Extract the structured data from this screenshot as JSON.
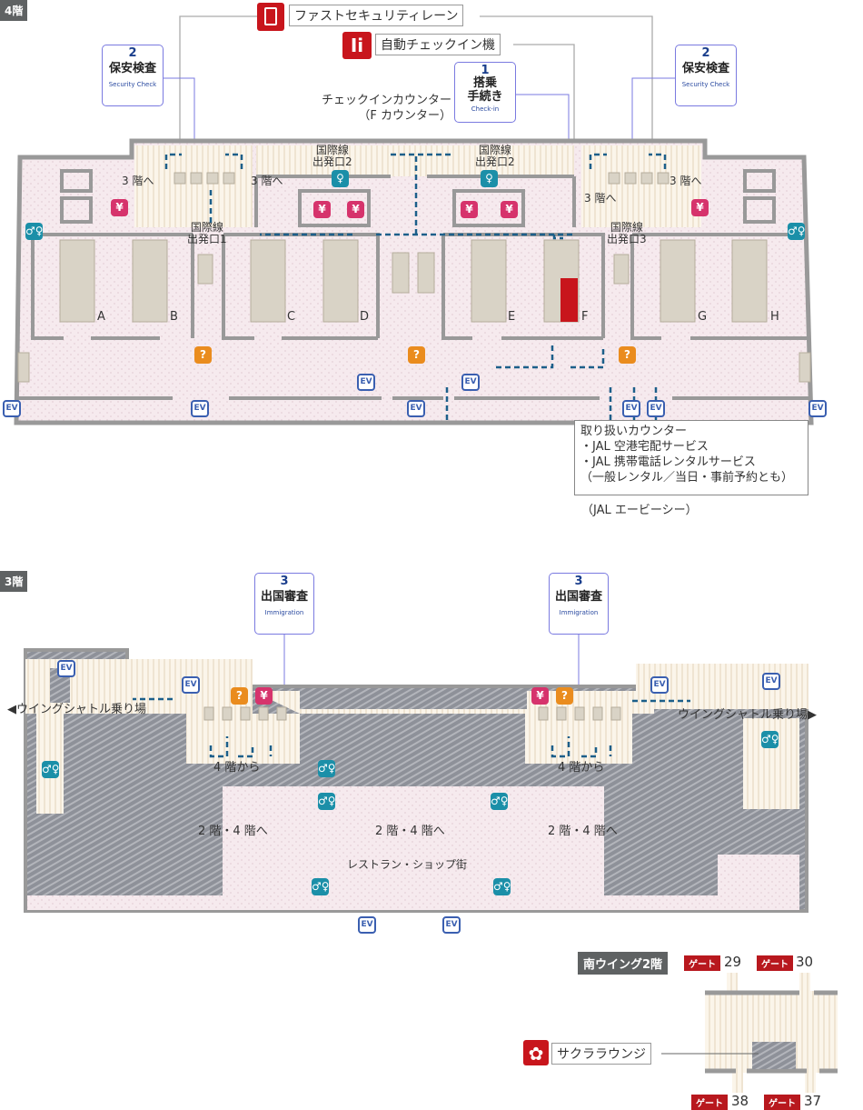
{
  "floor4": {
    "tag": "4階",
    "fast_security": "ファストセキュリティレーン",
    "auto_checkin": "自動チェックイン機",
    "checkin_box": {
      "num": "1",
      "jp_line1": "搭乗",
      "jp_line2": "手続き",
      "en": "Check-in"
    },
    "checkin_counter": "チェックインカウンター",
    "f_counter": "（F カウンター）",
    "security_box_left": {
      "num": "2",
      "jp": "保安検査",
      "en": "Security Check"
    },
    "security_box_right": {
      "num": "2",
      "jp": "保安検査",
      "en": "Security Check"
    },
    "gate_labels": {
      "intl": "国際線",
      "exit1": "出発口1",
      "exit2": "出発口2",
      "exit3": "出発口3"
    },
    "to3f": "3 階へ",
    "counters": [
      "A",
      "B",
      "C",
      "D",
      "E",
      "F",
      "G",
      "H"
    ],
    "jal_box": {
      "line1": "取り扱いカウンター",
      "line2": "・JAL 空港宅配サービス",
      "line3": "・JAL 携帯電話レンタルサービス",
      "line4": "（一般レンタル／当日・事前予約とも）"
    },
    "jal_abc": "（JAL エービーシー）"
  },
  "floor3": {
    "tag": "3階",
    "immigration_left": {
      "num": "3",
      "jp": "出国審査",
      "en": "Immigration"
    },
    "immigration_right": {
      "num": "3",
      "jp": "出国審査",
      "en": "Immigration"
    },
    "shuttle": "ウイングシャトル乗り場",
    "from4f": "4 階から",
    "to2f4f": "2 階・4 階へ",
    "restaurants": "レストラン・ショップ街"
  },
  "south_wing": {
    "tag": "南ウイング2階",
    "gate_word": "ゲート",
    "gates": [
      "29",
      "30",
      "38",
      "37"
    ],
    "lounge": "サクララウンジ"
  },
  "icons": {
    "ev": "EV",
    "yen": "¥",
    "info": "?"
  },
  "colors": {
    "toilet": "#1b8fa8",
    "yen": "#d6336c",
    "info": "#ea8c1e",
    "ev": "#3a5fb0",
    "gate": "#b8181e",
    "checkin_f": "#c8151c",
    "arrow": "#1c5f8a"
  }
}
